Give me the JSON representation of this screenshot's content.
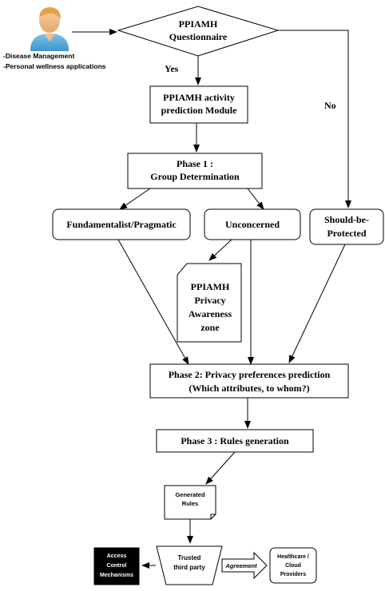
{
  "user": {
    "icon": "user-avatar-icon",
    "line1": "-Disease Management",
    "line2": "-Personal wellness applications"
  },
  "questionnaire": {
    "line1": "PPIAMH",
    "line2": "Questionnaire"
  },
  "edge_labels": {
    "yes": "Yes",
    "no": "No",
    "agreement": "Agreement"
  },
  "activity_module": {
    "line1": "PPIAMH activity",
    "line2": "prediction Module"
  },
  "phase1": {
    "line1": "Phase 1 :",
    "line2": "Group Determination"
  },
  "groups": {
    "fundamentalist": "Fundamentalist/Pragmatic",
    "unconcerned": "Unconcerned",
    "protected_line1": "Should-be-",
    "protected_line2": "Protected"
  },
  "awareness_zone": {
    "line1": "PPIAMH",
    "line2": "Privacy",
    "line3": "Awareness",
    "line4": "zone"
  },
  "phase2": {
    "line1": "Phase 2: Privacy preferences prediction",
    "line2": "(Which attributes, to whom?)"
  },
  "phase3": {
    "label": "Phase 3 : Rules generation"
  },
  "generated_rules": {
    "line1": "Generated",
    "line2": "Rules"
  },
  "access_control": {
    "line1": "Access",
    "line2": "Control",
    "line3": "Mechanisms"
  },
  "trusted_party": {
    "line1": "Trusted",
    "line2": "third party"
  },
  "providers": {
    "line1": "Healthcare /",
    "line2": "Cloud",
    "line3": "Providers"
  }
}
